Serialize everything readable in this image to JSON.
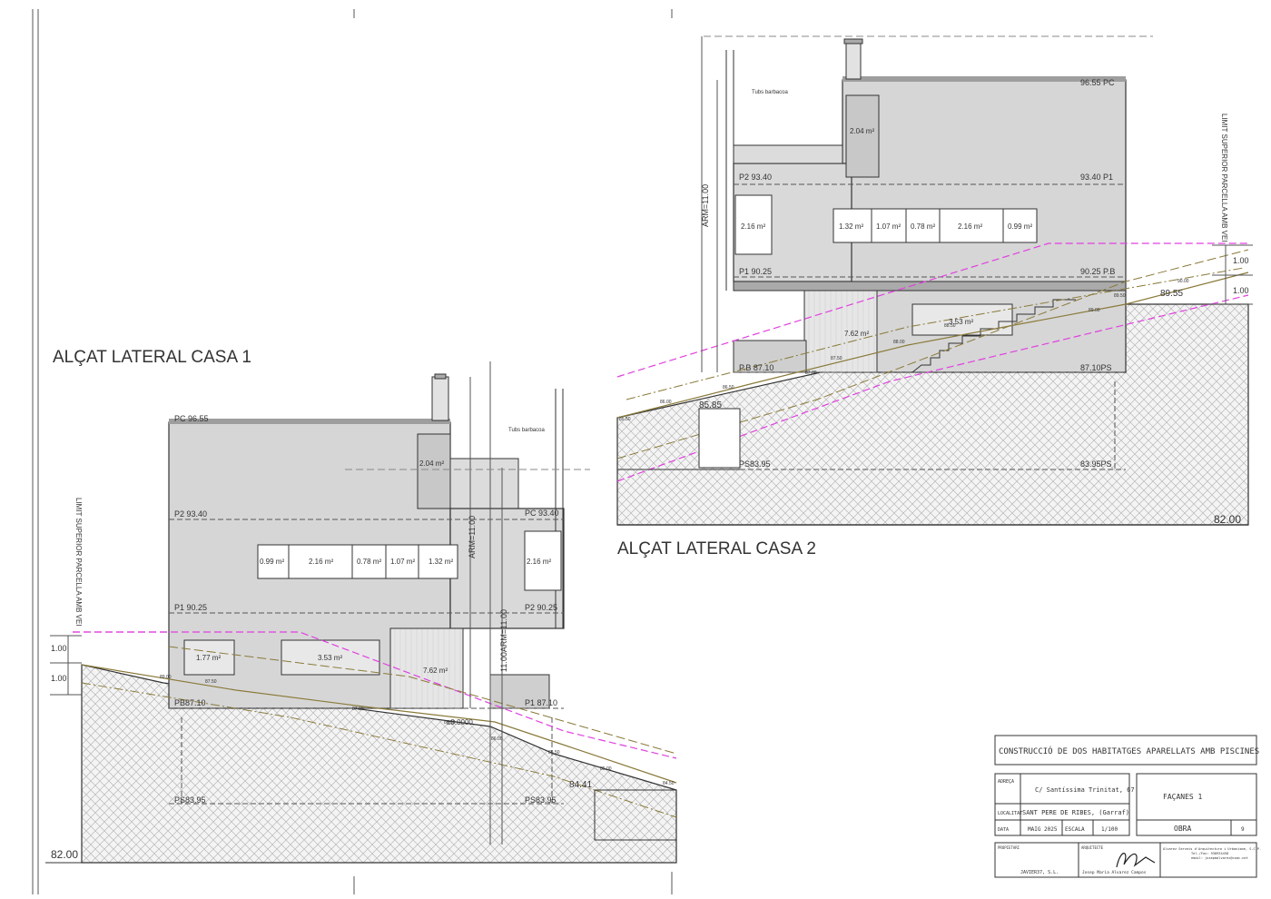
{
  "house1": {
    "title": "ALÇAT LATERAL CASA 1",
    "levels": {
      "pc": "PC 96.55",
      "p2": "P2 93.40",
      "p1": "P1 90.25",
      "pb": "PB87.10",
      "ps": "PS83.95",
      "base": "82.00",
      "pc_right": "PC 93.40",
      "p2_right": "P2 90.25",
      "p1_right": "P1 87.10",
      "ps_right": "PS83.95"
    },
    "window_areas": [
      "0.99 m²",
      "2.16 m²",
      "0.78 m²",
      "1.07 m²",
      "1.32 m²",
      "2.16 m²",
      "2.04 m²",
      "1.77 m²",
      "3.53 m²",
      "7.62 m²"
    ],
    "dims": {
      "arm": "ARM=11.00",
      "arm2": "11.00ARM=11.00",
      "d1": "1.00",
      "d2": "1.00",
      "mid": "84.41",
      "zero": "±0.0000"
    },
    "note": "Tubs barbacoa",
    "limit_label": "LIMIT SUPERIOR PARCELLA AMB VEI",
    "terrain_points": [
      "89.00",
      "87.50",
      "87.00",
      "86.50",
      "86.00",
      "85.50",
      "85.00",
      "84.50"
    ]
  },
  "house2": {
    "title": "ALÇAT LATERAL CASA 2",
    "levels": {
      "pc": "96.55 PC",
      "p2_left": "P2 93.40",
      "p1_right": "93.40 P1",
      "p1_left": "P1 90.25",
      "pb_right": "90.25 P.B",
      "pb_left": "P.B 87.10",
      "ps_right": "87.10PS",
      "ps_left": "PS83.95",
      "ps_right2": "83.95PS",
      "base": "82.00",
      "grade": "89.55",
      "left_grade": "85.85"
    },
    "window_areas": [
      "2.04 m²",
      "1.32 m²",
      "1.07 m²",
      "0.78 m²",
      "2.16 m²",
      "0.99 m²",
      "2.16 m²",
      "3.53 m²",
      "7.62 m²"
    ],
    "dims": {
      "arm": "ARM=11.00",
      "d1": "1.00",
      "d2": "1.00"
    },
    "note": "Tubs barbacoa",
    "limit_label": "LIMIT SUPERIOR PARCELLA AMB VEI",
    "terrain_points": [
      "85.50",
      "86.00",
      "86.50",
      "87.00",
      "87.50",
      "88.00",
      "88.50",
      "89.00",
      "89.50",
      "90.00"
    ]
  },
  "title_block": {
    "project": "CONSTRUCCIÓ DE DOS HABITATGES APARELLATS AMB PISCINES",
    "address_label": "ADREÇA",
    "address": "C/ Santíssima Trinitat, 67",
    "locality_label": "LOCALITAT",
    "locality": "SANT PERE DE RIBES, (Garraf)",
    "date_label": "DATA",
    "date": "MAIG 2025",
    "scale_label": "ESCALA",
    "scale": "1/100",
    "sheet_title": "FAÇANES 1",
    "obra": "OBRA",
    "sheet_number": "9",
    "owner_label": "PROPIETARI",
    "owner": "JAVIER37, S.L.",
    "architect_label": "ARQUITECTE",
    "architect": "Josep Maria Alvarez Campos",
    "firm": "Alvarez Serveis d'Arquitectura i Urbanisme, S.C.P.",
    "firm_contact": "Tel./Fax: 938934458",
    "firm_email": "email: josepmalvarez@coac.net"
  },
  "colors": {
    "line": "#333333",
    "wall": "#d4d4d4",
    "magenta": "#e040e0",
    "terrain": "#8a7a3a"
  }
}
